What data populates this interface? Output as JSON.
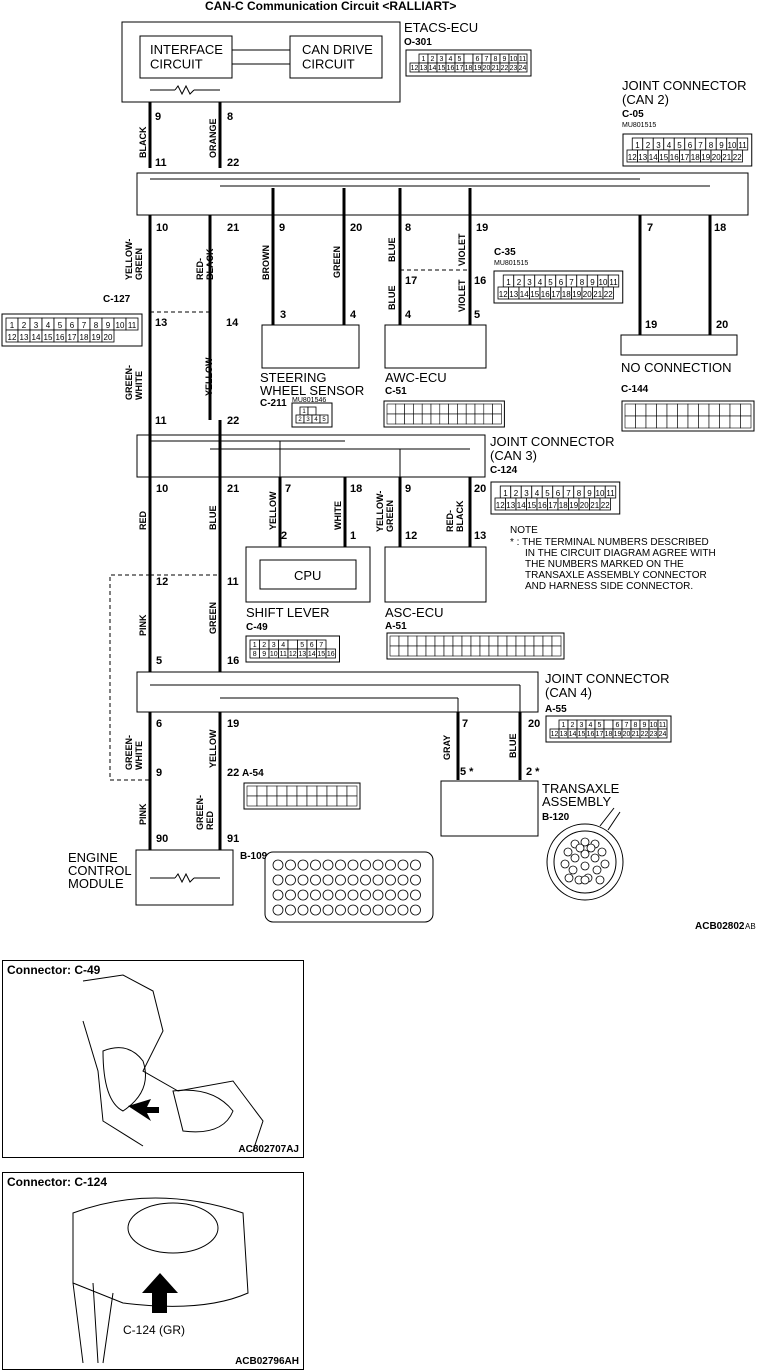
{
  "title": "CAN-C Communication Circuit <RALLIART>",
  "diagram_code": "ACB02802",
  "diagram_code_suffix": "AB",
  "etacs": {
    "name": "ETACS-ECU",
    "code": "O-301",
    "block1": "INTERFACE\nCIRCUIT",
    "block2": "CAN DRIVE\nCIRCUIT",
    "pins_row1": [
      "1",
      "2",
      "3",
      "4",
      "5",
      "",
      "6",
      "7",
      "8",
      "9",
      "10",
      "11"
    ],
    "pins_row2": [
      "12",
      "13",
      "14",
      "15",
      "16",
      "17",
      "18",
      "19",
      "20",
      "21",
      "22",
      "23",
      "24"
    ]
  },
  "can2": {
    "name1": "JOINT CONNECTOR",
    "name2": "(CAN 2)",
    "code": "C-05",
    "part": "MU801515",
    "pins_row1": [
      "1",
      "2",
      "3",
      "4",
      "5",
      "6",
      "7",
      "8",
      "9",
      "10",
      "11"
    ],
    "pins_row2": [
      "12",
      "13",
      "14",
      "15",
      "16",
      "17",
      "18",
      "19",
      "20",
      "21",
      "22"
    ]
  },
  "c127": {
    "code": "C-127",
    "pins_row1": [
      "1",
      "2",
      "3",
      "4",
      "5",
      "6",
      "7",
      "8",
      "9",
      "10",
      "11"
    ],
    "pins_row2": [
      "12",
      "13",
      "14",
      "15",
      "16",
      "17",
      "18",
      "19",
      "20"
    ]
  },
  "c35": {
    "code": "C-35",
    "part": "MU801515",
    "pins_row1": [
      "1",
      "2",
      "3",
      "4",
      "5",
      "6",
      "7",
      "8",
      "9",
      "10",
      "11"
    ],
    "pins_row2": [
      "12",
      "13",
      "14",
      "15",
      "16",
      "17",
      "18",
      "19",
      "20",
      "21",
      "22"
    ]
  },
  "steering": {
    "name1": "STEERING",
    "name2": "WHEEL SENSOR",
    "code": "C-211",
    "part": "MU801546",
    "pins_row1": [
      "1",
      ""
    ],
    "pins_row2": [
      "2",
      "3",
      "4",
      "5"
    ]
  },
  "awc": {
    "name": "AWC-ECU",
    "code": "C-51"
  },
  "no_connection": {
    "label": "NO CONNECTION",
    "code": "C-144"
  },
  "can3": {
    "name1": "JOINT CONNECTOR",
    "name2": "(CAN 3)",
    "code": "C-124",
    "pins_row1": [
      "1",
      "2",
      "3",
      "4",
      "5",
      "6",
      "7",
      "8",
      "9",
      "10",
      "11"
    ],
    "pins_row2": [
      "12",
      "13",
      "14",
      "15",
      "16",
      "17",
      "18",
      "19",
      "20",
      "21",
      "22"
    ]
  },
  "note": {
    "head": "NOTE",
    "line1": "* : THE TERMINAL NUMBERS DESCRIBED",
    "line2": "IN THE CIRCUIT DIAGRAM AGREE WITH",
    "line3": "THE NUMBERS MARKED ON THE",
    "line4": "TRANSAXLE ASSEMBLY CONNECTOR",
    "line5": "AND HARNESS SIDE CONNECTOR."
  },
  "shift_lever": {
    "name": "SHIFT LEVER",
    "cpu": "CPU",
    "code": "C-49",
    "pins_row1": [
      "1",
      "2",
      "3",
      "4",
      "",
      "5",
      "6",
      "7"
    ],
    "pins_row2": [
      "8",
      "9",
      "10",
      "11",
      "12",
      "13",
      "14",
      "15",
      "16"
    ]
  },
  "asc": {
    "name": "ASC-ECU",
    "code": "A-51"
  },
  "can4": {
    "name1": "JOINT CONNECTOR",
    "name2": "(CAN 4)",
    "code": "A-55",
    "pins_row1": [
      "1",
      "2",
      "3",
      "4",
      "5",
      "",
      "6",
      "7",
      "8",
      "9",
      "10",
      "11"
    ],
    "pins_row2": [
      "12",
      "13",
      "14",
      "15",
      "16",
      "17",
      "18",
      "19",
      "20",
      "21",
      "22",
      "23",
      "24"
    ]
  },
  "transaxle": {
    "name1": "TRANSAXLE",
    "name2": "ASSEMBLY",
    "code": "B-120"
  },
  "a54": {
    "code": "A-54"
  },
  "ecm": {
    "name1": "ENGINE",
    "name2": "CONTROL",
    "name3": "MODULE",
    "code": "B-109"
  },
  "wires": {
    "black": "BLACK",
    "orange": "ORANGE",
    "yellow_green": "YELLOW-\nGREEN",
    "red_black": "RED-\nBLACK",
    "brown": "BROWN",
    "green": "GREEN",
    "blue": "BLUE",
    "violet": "VIOLET",
    "green_white": "GREEN-\nWHITE",
    "yellow": "YELLOW",
    "red": "RED",
    "white": "WHITE",
    "pink": "PINK",
    "gray": "GRAY",
    "green_red": "GREEN-\nRED"
  },
  "photos": [
    {
      "title": "Connector: C-49",
      "code": "AC802707AJ"
    },
    {
      "title": "Connector: C-124",
      "code": "ACB02796AH",
      "callout": "C-124 (GR)"
    }
  ]
}
